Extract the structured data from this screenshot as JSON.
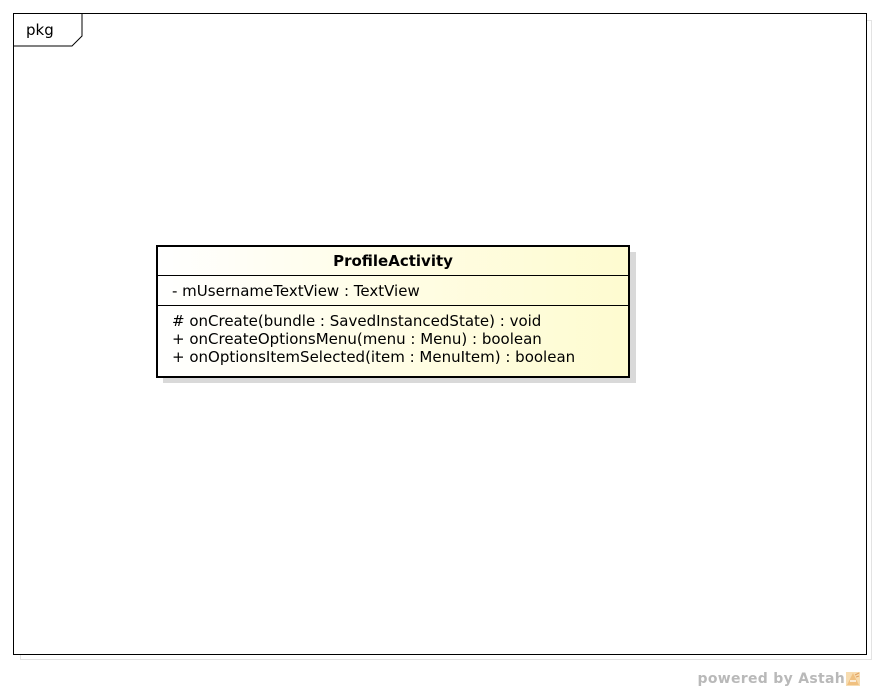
{
  "package": {
    "label": "pkg"
  },
  "class": {
    "name": "ProfileActivity",
    "attributes": [
      "- mUsernameTextView : TextView"
    ],
    "operations": [
      "# onCreate(bundle : SavedInstancedState) : void",
      "+ onCreateOptionsMenu(menu : Menu) : boolean",
      "+ onOptionsItemSelected(item : MenuItem) : boolean"
    ]
  },
  "footer": {
    "text": "powered by Astah",
    "logo_icon": "astah-logo-icon"
  },
  "colors": {
    "class_fill": "#fefbd0",
    "shadow": "#d9d9d9",
    "footer_text": "#b9b9b9",
    "logo": "#f0c080"
  }
}
